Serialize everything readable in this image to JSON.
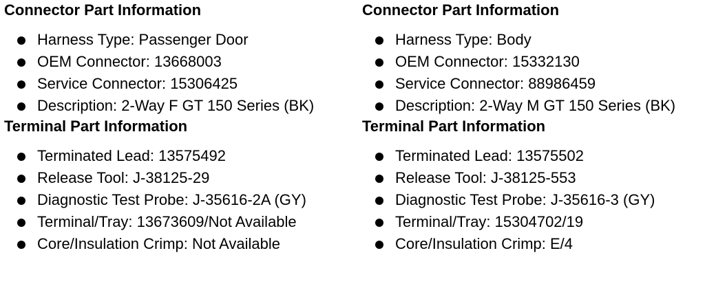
{
  "left": {
    "connector": {
      "heading": "Connector Part Information",
      "items": [
        "Harness Type: Passenger Door",
        "OEM Connector: 13668003",
        "Service Connector: 15306425",
        "Description: 2-Way F GT 150 Series (BK)"
      ]
    },
    "terminal": {
      "heading": "Terminal Part Information",
      "items": [
        "Terminated Lead: 13575492",
        "Release Tool: J-38125-29",
        "Diagnostic Test Probe: J-35616-2A (GY)",
        "Terminal/Tray: 13673609/Not Available",
        "Core/Insulation Crimp: Not Available"
      ]
    }
  },
  "right": {
    "connector": {
      "heading": "Connector Part Information",
      "items": [
        "Harness Type: Body",
        "OEM Connector: 15332130",
        "Service Connector: 88986459",
        "Description: 2-Way M GT 150 Series (BK)"
      ]
    },
    "terminal": {
      "heading": "Terminal Part Information",
      "items": [
        "Terminated Lead: 13575502",
        "Release Tool: J-38125-553",
        "Diagnostic Test Probe: J-35616-3 (GY)",
        "Terminal/Tray: 15304702/19",
        "Core/Insulation Crimp: E/4"
      ]
    }
  }
}
